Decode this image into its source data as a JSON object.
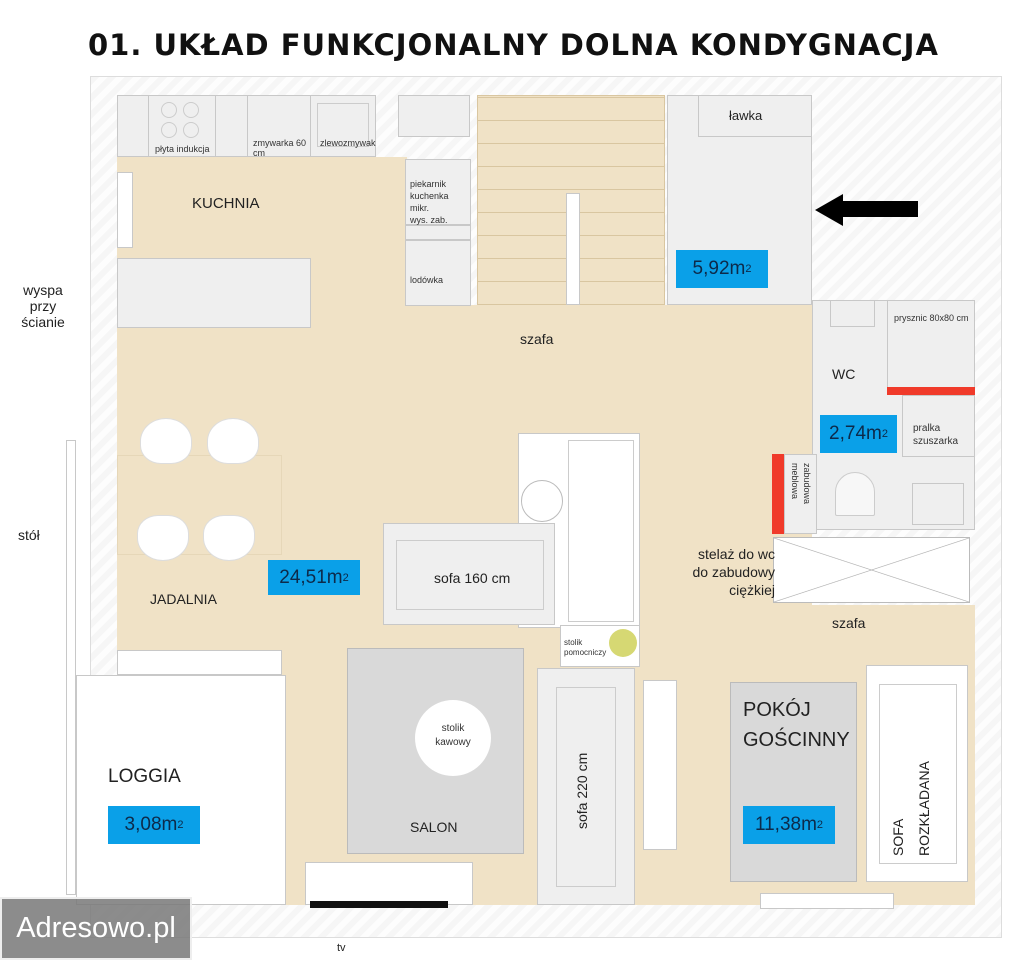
{
  "title": "01. UKŁAD FUNKCJONALNY DOLNA KONDYGNACJA",
  "colors": {
    "floor": "#f0e2c6",
    "area_badge": "#0aa0e8",
    "accent_wall": "#f03a2a"
  },
  "rooms": {
    "kuchnia": "KUCHNIA",
    "jadalnia": "JADALNIA",
    "salon": "SALON",
    "loggia": "LOGGIA",
    "wc": "WC",
    "pokoj_line1": "POKÓJ",
    "pokoj_line2": "GOŚCINNY"
  },
  "areas": {
    "hall": "5,92m",
    "wc": "2,74m",
    "living": "24,51m",
    "loggia": "3,08m",
    "guest": "11,38m",
    "unit": "2"
  },
  "furniture": {
    "plyta": "płyta indukcja",
    "zmywarka": "zmywarka 60 cm",
    "zlew": "zlewozmywak",
    "piekarnik": "piekarnik",
    "kuchenka": "kuchenka mikr.",
    "wys_zab": "wys. zab.",
    "lodowka": "lodówka",
    "lawka": "ławka",
    "prysznic": "prysznic 80x80 cm",
    "pralka": "pralka",
    "suszarka": "szuszarka",
    "zabudowa": "zabudowa",
    "meblowa": "meblowa",
    "sofa160": "sofa 160 cm",
    "stolik_pom1": "stolik",
    "stolik_pom2": "pomocniczy",
    "stolik_kaw1": "stolik",
    "stolik_kaw2": "kawowy",
    "sofa220": "sofa 220 cm",
    "sofa_rozk1": "SOFA",
    "sofa_rozk2": "ROZKŁADANA"
  },
  "annotations": {
    "wyspa1": "wyspa",
    "wyspa2": "przy",
    "wyspa3": "ścianie",
    "szafa_top": "szafa",
    "stol": "stół",
    "stelaz1": "stelaż do wc",
    "stelaz2": "do zabudowy",
    "stelaz3": "ciężkiej",
    "szafa_right": "szafa",
    "tv": "tv"
  },
  "watermark": "Adresowo.pl"
}
